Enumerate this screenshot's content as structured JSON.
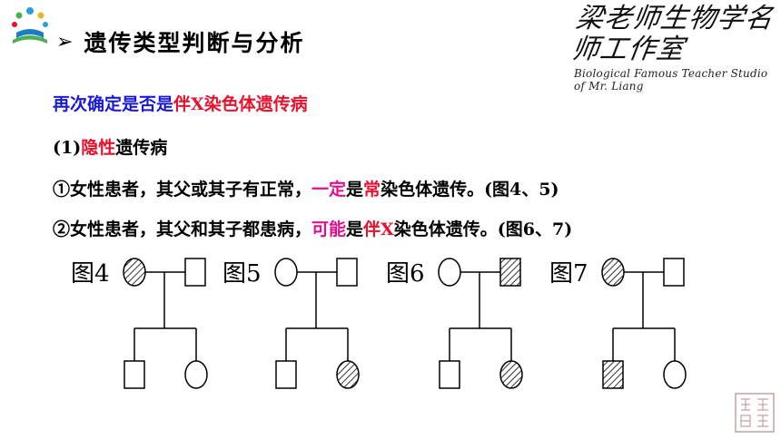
{
  "header": {
    "title": "遗传类型判断与分析",
    "arrow_icon": "triangle-right-icon",
    "brand_cn": "梁老师生物学名师工作室",
    "brand_en": "Biological Famous Teacher Studio of Mr. Liang"
  },
  "lines": {
    "l1": {
      "a": "再次确定是否是",
      "b": "伴X染色体遗传病"
    },
    "l2": {
      "a": "(1)",
      "b": "隐性",
      "c": "遗传病"
    },
    "l3": {
      "a": "①女性患者，其父或其子有正常，",
      "b": "一定",
      "c": "是",
      "d": "常",
      "e": "染色体遗传。(图4、5)"
    },
    "l4": {
      "a": "②女性患者，其父和其子都患病，",
      "b": "可能",
      "c": "是",
      "d": "伴X",
      "e": "染色体遗传。(图6、7)"
    }
  },
  "colors": {
    "red": "#e8112d",
    "blue": "#1a1ad6",
    "magenta": "#e0118f"
  },
  "pedigrees": [
    {
      "label": "图4",
      "mother_affected": true,
      "father_affected": false,
      "son_affected": false,
      "daughter_affected": false
    },
    {
      "label": "图5",
      "mother_affected": false,
      "father_affected": false,
      "son_affected": false,
      "daughter_affected": true
    },
    {
      "label": "图6",
      "mother_affected": false,
      "father_affected": true,
      "son_affected": false,
      "daughter_affected": true
    },
    {
      "label": "图7",
      "mother_affected": true,
      "father_affected": false,
      "son_affected": true,
      "daughter_affected": false
    }
  ],
  "seal_icon": "seal-stamp-icon"
}
